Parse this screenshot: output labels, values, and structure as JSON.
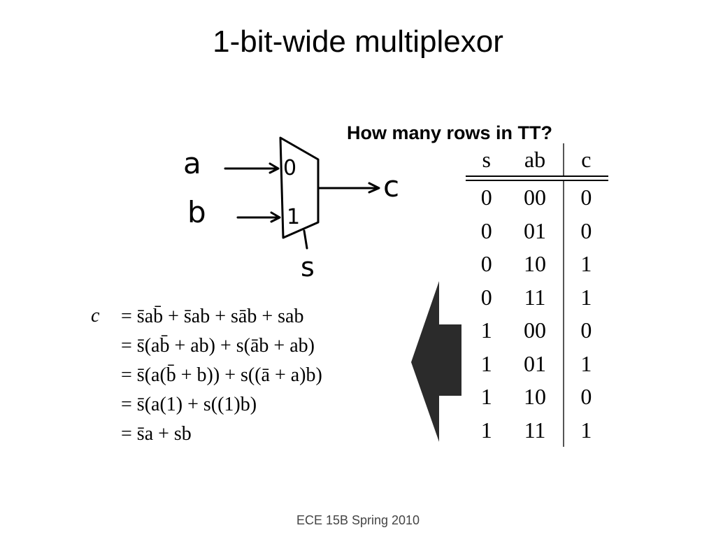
{
  "slide": {
    "title": "1-bit-wide multiplexor",
    "footer": "ECE 15B Spring 2010"
  },
  "diagram": {
    "input_a": "a",
    "input_b": "b",
    "output_c": "c",
    "select_s": "s",
    "port_0": "0",
    "port_1": "1"
  },
  "truth_table": {
    "question": "How many rows in TT?",
    "headers": [
      "s",
      "ab",
      "c"
    ],
    "rows": [
      [
        "0",
        "00",
        "0"
      ],
      [
        "0",
        "01",
        "0"
      ],
      [
        "0",
        "10",
        "1"
      ],
      [
        "0",
        "11",
        "1"
      ],
      [
        "1",
        "00",
        "0"
      ],
      [
        "1",
        "01",
        "1"
      ],
      [
        "1",
        "10",
        "0"
      ],
      [
        "1",
        "11",
        "1"
      ]
    ]
  },
  "equations": {
    "lhs": "c",
    "lines": [
      "= s̄ab̄ + s̄ab + sāb + sab",
      "= s̄(ab̄ + ab) + s(āb + ab)",
      "= s̄(a(b̄ + b)) + s((ā + a)b)",
      "= s̄(a(1) + s((1)b)",
      "= s̄a + sb"
    ]
  },
  "colors": {
    "arrow": "#2b2b2b",
    "text": "#000000",
    "footer": "#444444"
  }
}
